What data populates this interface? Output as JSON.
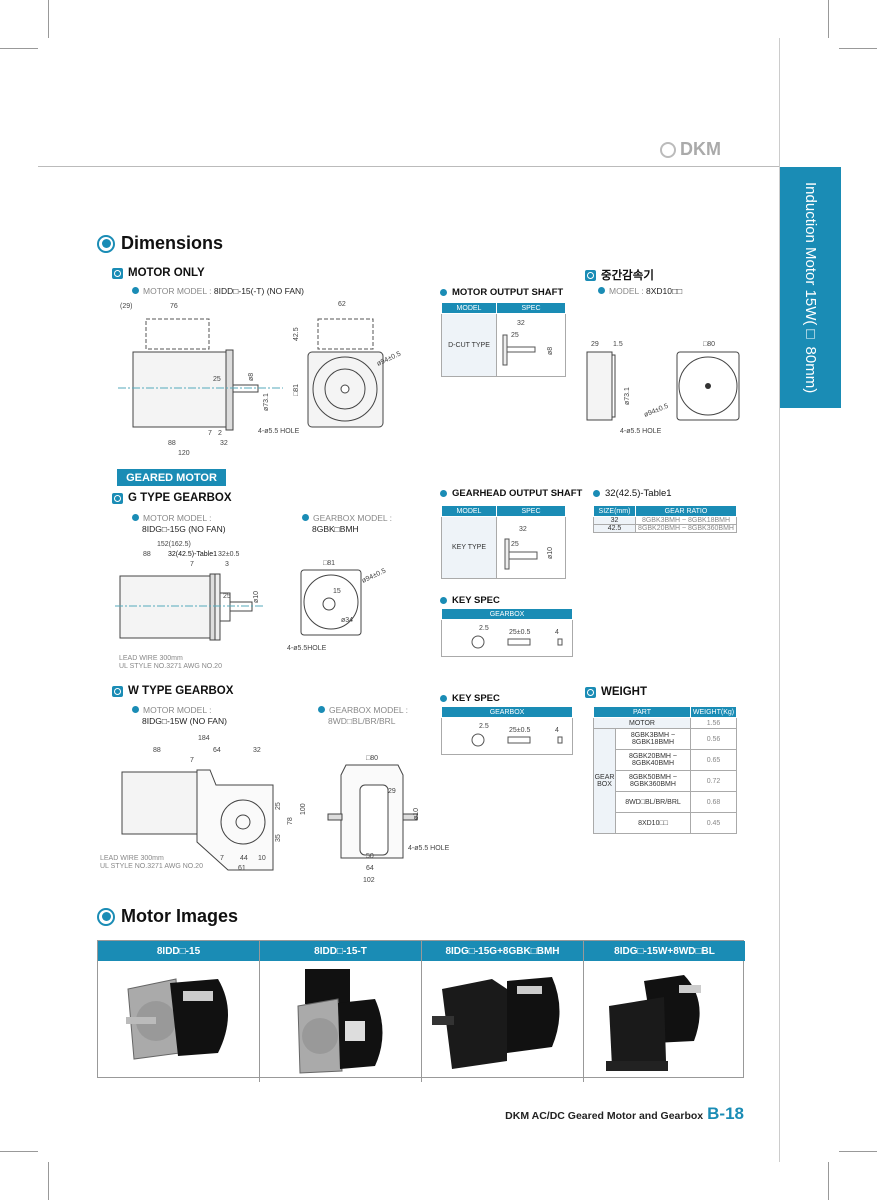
{
  "brand": {
    "logo_text": "DKM"
  },
  "side_tab": {
    "label": "Induction Motor 15W(□ 80mm)"
  },
  "colors": {
    "accent": "#1a8cb5"
  },
  "dimensions": {
    "title": "Dimensions",
    "motor_only": {
      "title": "MOTOR ONLY",
      "model_label": "MOTOR MODEL :",
      "model_value": "8IDD□-15(-T) (NO FAN)",
      "dims": {
        "d29": "(29)",
        "d76": "76",
        "d62": "62",
        "d42": "42.5",
        "d81": "□81",
        "d94": "ø94±0.5",
        "d25": "25",
        "d73": "ø73.1",
        "d8": "ø8",
        "d7": "7",
        "d2": "2",
        "d88": "88",
        "d32": "32",
        "d120": "120",
        "hole": "4-ø5.5 HOLE"
      }
    },
    "motor_output_shaft": {
      "title": "MOTOR OUTPUT SHAFT",
      "headers": [
        "MODEL",
        "SPEC"
      ],
      "model": "D-CUT TYPE",
      "dims": {
        "d32": "32",
        "d25": "25",
        "d8": "ø8"
      }
    },
    "intermediate": {
      "title": "중간감속기",
      "model_label": "MODEL :",
      "model_value": "8XD10□□",
      "dims": {
        "d29": "29",
        "d15": "1.5",
        "d80": "□80",
        "d73": "ø73.1",
        "d94": "ø94±0.5",
        "hole": "4-ø5.5 HOLE"
      }
    },
    "geared_motor_badge": "GEARED MOTOR",
    "g_type": {
      "title": "G TYPE GEARBOX",
      "motor_model_label": "MOTOR MODEL :",
      "motor_model_value": "8IDG□-15G (NO FAN)",
      "gearbox_model_label": "GEARBOX MODEL :",
      "gearbox_model_value": "8GBK□BMH",
      "dims": {
        "d152": "152(162.5)",
        "d88": "88",
        "table1": "32(42.5)-Table1",
        "d32": "32±0.5",
        "d7": "7",
        "d3": "3",
        "d25": "25",
        "d10": "ø10",
        "d81": "□81",
        "d94": "ø94±0.5",
        "d15": "15",
        "d34": "ø34",
        "hole": "4-ø5.5HOLE"
      },
      "lead_wire": [
        "LEAD WIRE 300mm",
        "UL STYLE NO.3271 AWG NO.20"
      ]
    },
    "gearhead_output_shaft": {
      "title": "GEARHEAD OUTPUT SHAFT",
      "headers": [
        "MODEL",
        "SPEC"
      ],
      "model": "KEY TYPE",
      "dims": {
        "d32": "32",
        "d25": "25",
        "d10": "ø10"
      }
    },
    "table1": {
      "title": "32(42.5)-Table1",
      "headers": [
        "SIZE(mm)",
        "GEAR RATIO"
      ],
      "rows": [
        [
          "32",
          "8GBK3BMH ~ 8GBK18BMH"
        ],
        [
          "42.5",
          "8GBK20BMH ~ 8GBK360BMH"
        ]
      ]
    },
    "key_spec_1": {
      "title": "KEY SPEC",
      "header": "GEARBOX",
      "dims": {
        "a": "2.5",
        "b": "25±0.5",
        "c": "4"
      }
    },
    "w_type": {
      "title": "W TYPE GEARBOX",
      "motor_model_label": "MOTOR MODEL :",
      "motor_model_value": "8IDG□-15W (NO FAN)",
      "gearbox_model_label": "GEARBOX MODEL :",
      "gearbox_model_value": "8WD□BL/BR/BRL",
      "dims": {
        "d184": "184",
        "d88": "88",
        "d64": "64",
        "d32": "32",
        "d7": "7",
        "d25": "25",
        "d35": "35",
        "d78": "78",
        "d100": "100",
        "d44": "44",
        "d10": "10",
        "d61": "61",
        "d80": "□80",
        "d29": "29",
        "d10s": "ø10",
        "d50": "50",
        "d64b": "64",
        "d102": "102",
        "hole": "4-ø5.5 HOLE"
      },
      "lead_wire": [
        "LEAD WIRE 300mm",
        "UL STYLE NO.3271 AWG NO.20"
      ]
    },
    "key_spec_2": {
      "title": "KEY SPEC",
      "header": "GEARBOX",
      "dims": {
        "a": "2.5",
        "b": "25±0.5",
        "c": "4"
      }
    },
    "weight": {
      "title": "WEIGHT",
      "headers": [
        "PART",
        "WEIGHT(Kg)"
      ],
      "motor": {
        "part": "MOTOR",
        "weight": "1.56"
      },
      "group": "GEAR BOX",
      "rows": [
        [
          "8GBK3BMH ~ 8GBK18BMH",
          "0.56"
        ],
        [
          "8GBK20BMH ~ 8GBK40BMH",
          "0.65"
        ],
        [
          "8GBK50BMH ~ 8GBK360BMH",
          "0.72"
        ],
        [
          "8WD□BL/BR/BRL",
          "0.68"
        ],
        [
          "8XD10□□",
          "0.45"
        ]
      ]
    }
  },
  "motor_images": {
    "title": "Motor Images",
    "columns": [
      "8IDD□-15",
      "8IDD□-15-T",
      "8IDG□-15G+8GBK□BMH",
      "8IDG□-15W+8WD□BL"
    ]
  },
  "footer": {
    "text": "DKM AC/DC Geared Motor and Gearbox",
    "page": "B-18"
  }
}
